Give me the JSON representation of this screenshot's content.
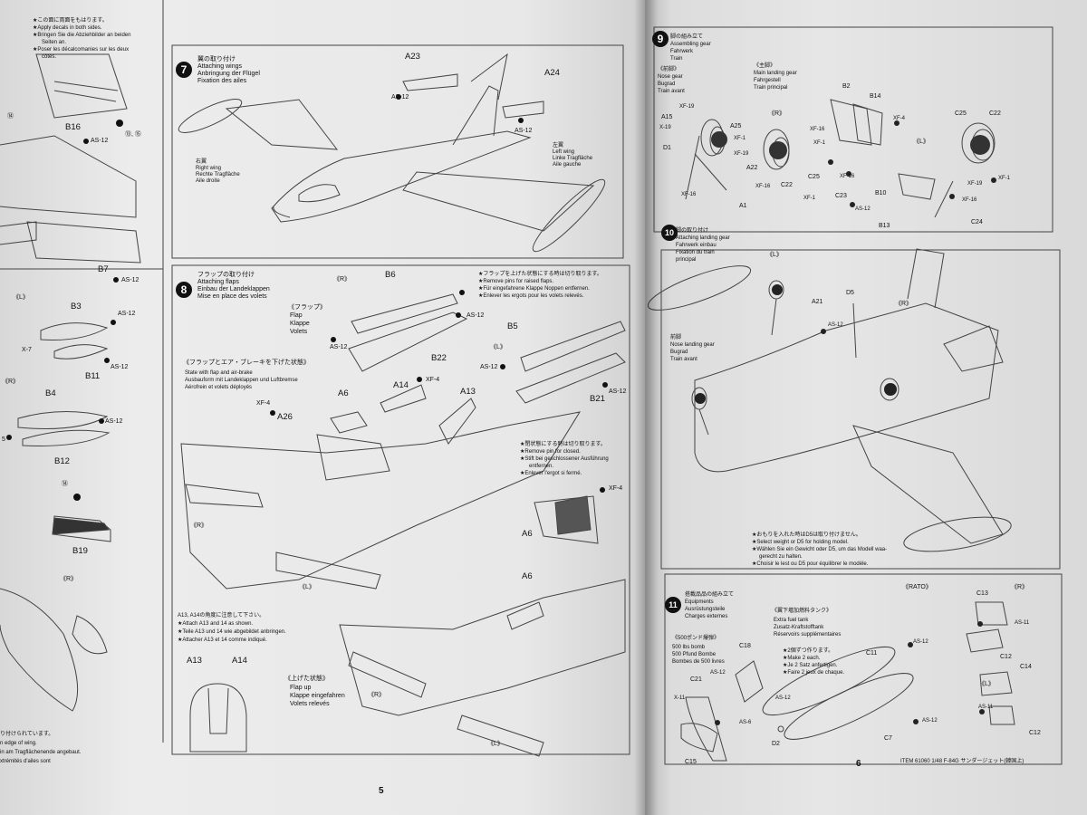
{
  "left_page": {
    "number": "5",
    "side_column": {
      "top_notes": [
        "★この面に両面をもはります。",
        "★Apply decals in both sides.",
        "★Bringen Sie die Abziehbilder an beiden",
        "Seiten an.",
        "★Poser les décalcomanies sur les deux",
        "côtés."
      ],
      "refs_top": [
        "⑭",
        "⑬, ⑮"
      ],
      "parts_top": [
        "B16",
        "AS-12",
        "B7",
        "AS-12"
      ],
      "left_label_L": "《L》",
      "parts_mid1": [
        "B3",
        "AS-12",
        "X-7",
        "B11",
        "AS-12"
      ],
      "left_label_R": "《R》",
      "parts_mid2": [
        "B4",
        "AS-12",
        "5",
        "B12"
      ],
      "ref_mid": "⑭",
      "note_edge": "n edge of wing.",
      "part_b19": "B19",
      "right_label_R": "《R》",
      "bottom_notes": [
        "り付けられています。",
        "n edge of wing.",
        "in am Tragflächenende angebaut.",
        "xtrémités d'ailes sont"
      ]
    },
    "step7": {
      "number": "7",
      "title_lines": [
        "翼の取り付け",
        "Attaching wings",
        "Anbringung der Flügel",
        "Fixation des ailes"
      ],
      "parts": [
        "A23",
        "A24",
        "AS-12",
        "AS-12"
      ],
      "right_wing": [
        "右翼",
        "Right wing",
        "Rechte Tragfläche",
        "Aile droite"
      ],
      "left_wing": [
        "左翼",
        "Left wing",
        "Linke Tragfläche",
        "Aile gauche"
      ]
    },
    "step8": {
      "number": "8",
      "title_lines": [
        "フラップの取り付け",
        "Attaching flaps",
        "Einbau der Landeklappen",
        "Mise en place des volets"
      ],
      "flap_label": [
        "《フラップ》",
        "Flap",
        "Klappe",
        "Volets"
      ],
      "label_R": "《R》",
      "label_L": "《L》",
      "raised_note": [
        "★フラップを上げた状態にする時は切り取ります。",
        "★Remove pins for raised flaps.",
        "★Für eingefahrene Klappe Noppen entfernen.",
        "★Enlever les ergots pour les volets relevés."
      ],
      "parts_top": [
        "B6",
        "AS-12",
        "AS-12",
        "B22",
        "B5",
        "AS-12",
        "B21",
        "AS-12"
      ],
      "state_label": [
        "《フラップとエア・ブレーキを下げた状態》",
        "State with flap and air-brake",
        "Ausbauform mit Landeklappen und Luftbremse",
        "Aérofrein et volets déployés"
      ],
      "parts_mid": [
        "XF-4",
        "A26",
        "A6",
        "A14",
        "XF-4",
        "A13"
      ],
      "closed_note": [
        "★閉状態にする時は切り取ります。",
        "★Remove pin for closed.",
        "★Stift bei geschlossener Ausführung",
        "entfernen.",
        "★Enlever l'ergot si fermé."
      ],
      "closed_parts": [
        "XF-4",
        "A6"
      ],
      "labels_low": [
        "《R》",
        "《L》"
      ],
      "angle_note": [
        "A13, A14の角度に注意して下さい。",
        "★Attach A13 and 14 as shown.",
        "★Teile A13 und 14 wie abgebildet anbringen.",
        "★Attacher A13 et 14 comme indiqué."
      ],
      "detail_parts": [
        "A13",
        "A14"
      ],
      "up_label": [
        "《上げた状態》",
        "Flap up",
        "Klappe eingefahren",
        "Volets relevés"
      ],
      "up_parts": [
        "A6"
      ],
      "up_labels": [
        "《R》",
        "《L》"
      ]
    }
  },
  "right_page": {
    "number": "6",
    "step9": {
      "number": "9",
      "title_lines": [
        "脚の組み立て",
        "Assembling gear",
        "Fahrwerk",
        "Train"
      ],
      "nose_label": [
        "《前脚》",
        "Nose gear",
        "Bugrad",
        "Train avant"
      ],
      "main_label": [
        "《主脚》",
        "Main landing gear",
        "Fahrgestell",
        "Train principal"
      ],
      "label_R": "《R》",
      "label_L": "《L》",
      "parts": [
        "A15",
        "X-19",
        "D1",
        "XF-19",
        "A25",
        "XF-1",
        "XF-19",
        "A22",
        "XF-16",
        "A1",
        "XF-16",
        "B2",
        "B14",
        "XF-4",
        "XF-16",
        "XF-1",
        "XF-16",
        "C25",
        "C22",
        "XF-1",
        "C23",
        "C25",
        "C22",
        "XF-19",
        "XF-1",
        "B10",
        "AS-12",
        "B13",
        "XF-16",
        "C24"
      ]
    },
    "step10": {
      "number": "10",
      "title_lines": [
        "脚の取り付け",
        "Attaching landing gear",
        "Fahrwerk einbau",
        "Fixation du train",
        "principal"
      ],
      "label_L": "《L》",
      "label_R": "《R》",
      "nose_label": [
        "前脚",
        "Nose landing gear",
        "Bugrad",
        "Train avant"
      ],
      "parts": [
        "A21",
        "D5",
        "AS-12"
      ],
      "weight_note": [
        "★おもりを入れた時はD5は取り付けません。",
        "★Select weight or D5 for holding model.",
        "★Wählen Sie ein Gewicht oder D5, um das Modell waa-",
        "gerecht zu halten.",
        "★Choisir le lest ou D5 pour équilibrer le modèle."
      ]
    },
    "step11": {
      "number": "11",
      "title_lines": [
        "搭載品品の組み立て",
        "Equipments",
        "Ausrüstungsteile",
        "Charges externes"
      ],
      "bomb_label": [
        "《500ポンド爆弾》",
        "500 lbs bomb",
        "500 Pfund Bombe",
        "Bombes de 500 livres"
      ],
      "tank_label": [
        "《翼下増加燃料タンク》",
        "Extra fuel tank",
        "Zusatz-Kraftstofftank",
        "Réservoirs supplémentaires"
      ],
      "make_note": [
        "★2個ずつ作ります。",
        "★Make 2 each.",
        "★Je 2 Satz anfertigen.",
        "★Faire 2 jeux de chaque."
      ],
      "rato_label": "《RATO》",
      "label_R": "《R》",
      "label_L": "《L》",
      "parts": [
        "C18",
        "C21",
        "AS-12",
        "X-11",
        "AS-6",
        "C15",
        "AS-12",
        "D2",
        "C11",
        "AS-12",
        "AS-12",
        "C7",
        "C13",
        "AS-11",
        "C12",
        "C14",
        "AS-11",
        "C12"
      ]
    },
    "footer_item": "ITEM 61060  1/48 F-84G サンダージェット(韓国上)"
  }
}
